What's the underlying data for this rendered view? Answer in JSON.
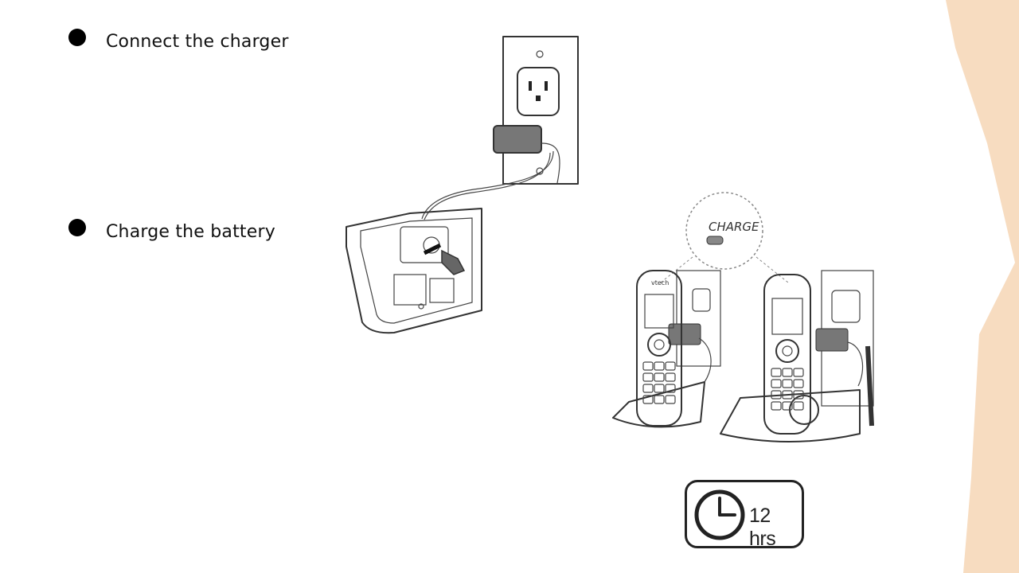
{
  "colors": {
    "accent": "#f7dcc0",
    "ink": "#222222"
  },
  "bullets": [
    {
      "text": "Connect the charger"
    },
    {
      "text": "Charge the battery"
    }
  ],
  "illustration": {
    "charge_label": "CHARGE",
    "brand_mark": "vtech"
  },
  "timer": {
    "icon": "clock-icon",
    "label": "12 hrs"
  }
}
